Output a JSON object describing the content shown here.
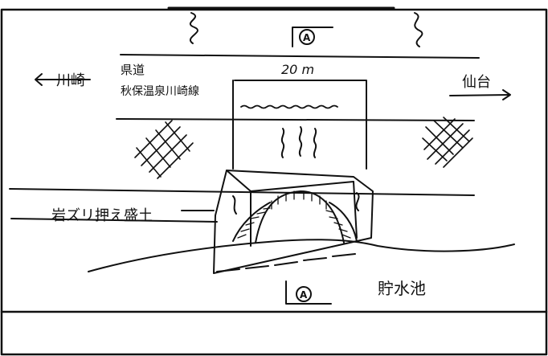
{
  "labels": {
    "kawasaki": "川崎",
    "prefectural_road": "県道",
    "road_name": "秋保温泉川崎線",
    "distance": "20 m",
    "sendai": "仙台",
    "retaining_fill": "岩ズリ押え盛土",
    "reservoir": "貯水池",
    "section_marker": "A"
  },
  "colors": {
    "ink": "#111111",
    "paper": "#ffffff"
  }
}
